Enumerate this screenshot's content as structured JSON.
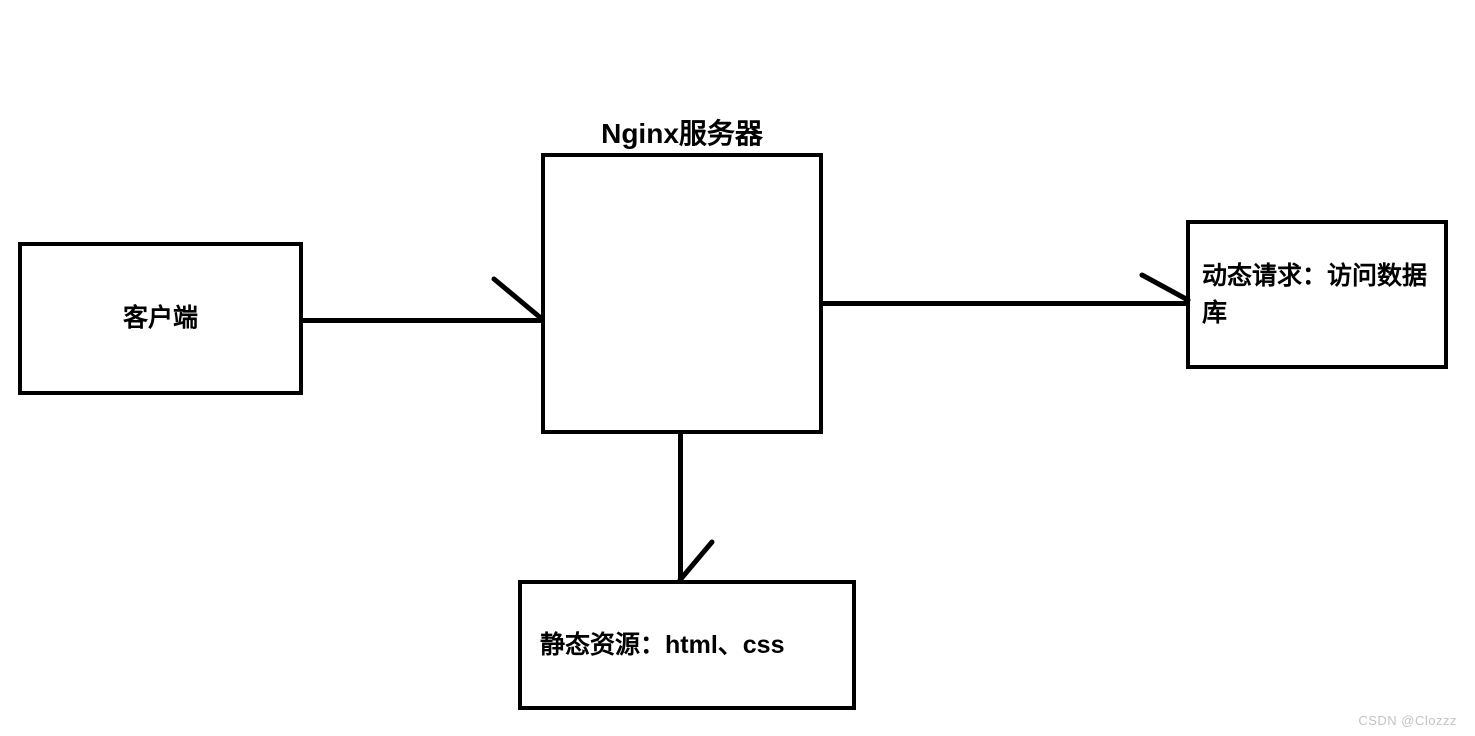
{
  "diagram": {
    "title": "Nginx服务器",
    "nodes": {
      "client": {
        "label": "客户端"
      },
      "nginx": {
        "label": ""
      },
      "dynamic": {
        "label": "动态请求：访问数据库"
      },
      "static": {
        "label": "静态资源：html、css"
      }
    },
    "edges": [
      {
        "id": "client-to-nginx",
        "from": "客户端",
        "to": "Nginx服务器",
        "direction": "right",
        "label": ""
      },
      {
        "id": "nginx-to-dynamic",
        "from": "Nginx服务器",
        "to": "动态请求：访问数据库",
        "direction": "right",
        "label": ""
      },
      {
        "id": "nginx-to-static",
        "from": "Nginx服务器",
        "to": "静态资源：html、css",
        "direction": "down",
        "label": ""
      }
    ],
    "colors": {
      "stroke": "#000000",
      "background": "#ffffff",
      "text": "#000000",
      "watermark": "#c3c3c3"
    }
  },
  "watermark": {
    "text": "CSDN @Clozzz"
  }
}
